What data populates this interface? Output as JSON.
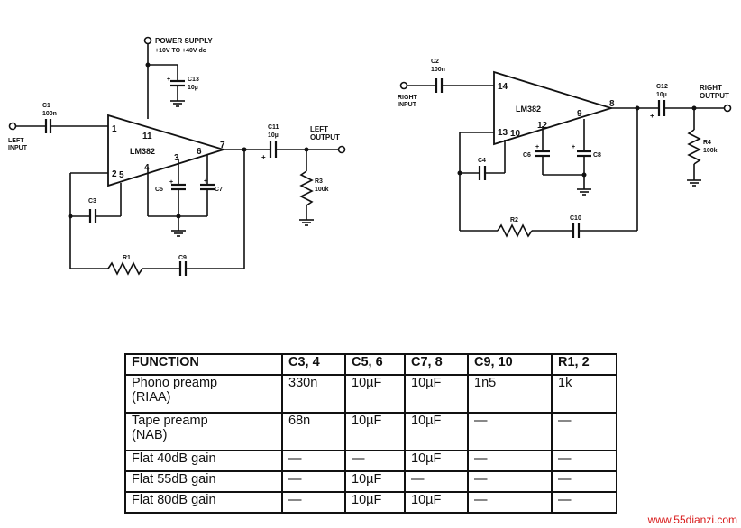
{
  "left_circuit": {
    "supply_title": "POWER SUPPLY",
    "supply_range": "+10V TO +40V dc",
    "input": [
      "LEFT",
      "INPUT"
    ],
    "output": [
      "LEFT",
      "OUTPUT"
    ],
    "ic": "LM382",
    "pins": [
      "1",
      "2",
      "3",
      "4",
      "5",
      "6",
      "7",
      "11"
    ],
    "c1": [
      "C1",
      "100n"
    ],
    "c13": [
      "C13",
      "10µ"
    ],
    "c11": [
      "C11",
      "10µ"
    ],
    "r3": [
      "R3",
      "100k"
    ],
    "c3": "C3",
    "c5": "C5",
    "c7": "C7",
    "r1": "R1",
    "c9": "C9"
  },
  "right_circuit": {
    "input": [
      "RIGHT",
      "INPUT"
    ],
    "output": [
      "RIGHT",
      "OUTPUT"
    ],
    "ic": "LM382",
    "pins": [
      "14",
      "13",
      "10",
      "12",
      "9",
      "8"
    ],
    "c2": [
      "C2",
      "100n"
    ],
    "c12": [
      "C12",
      "10µ"
    ],
    "r4": [
      "R4",
      "100k"
    ],
    "c4": "C4",
    "c6": "C6",
    "c8": "C8",
    "r2": "R2",
    "c10": "C10"
  },
  "table": {
    "headers": [
      "FUNCTION",
      "C3, 4",
      "C5, 6",
      "C7, 8",
      "C9, 10",
      "R1, 2"
    ],
    "rows": [
      {
        "function": [
          "Phono preamp",
          "(RIAA)"
        ],
        "values": [
          "330n",
          "10µF",
          "10µF",
          "1n5",
          "1k"
        ]
      },
      {
        "function": [
          "Tape preamp",
          "(NAB)"
        ],
        "values": [
          "68n",
          "10µF",
          "10µF",
          "—",
          "—"
        ]
      },
      {
        "function": [
          "Flat 40dB gain"
        ],
        "values": [
          "—",
          "—",
          "10µF",
          "—",
          "—"
        ]
      },
      {
        "function": [
          "Flat 55dB gain"
        ],
        "values": [
          "—",
          "10µF",
          "—",
          "—",
          "—"
        ]
      },
      {
        "function": [
          "Flat 80dB gain"
        ],
        "values": [
          "—",
          "10µF",
          "10µF",
          "—",
          "—"
        ]
      }
    ]
  },
  "watermark": "www.55dianzi.com"
}
